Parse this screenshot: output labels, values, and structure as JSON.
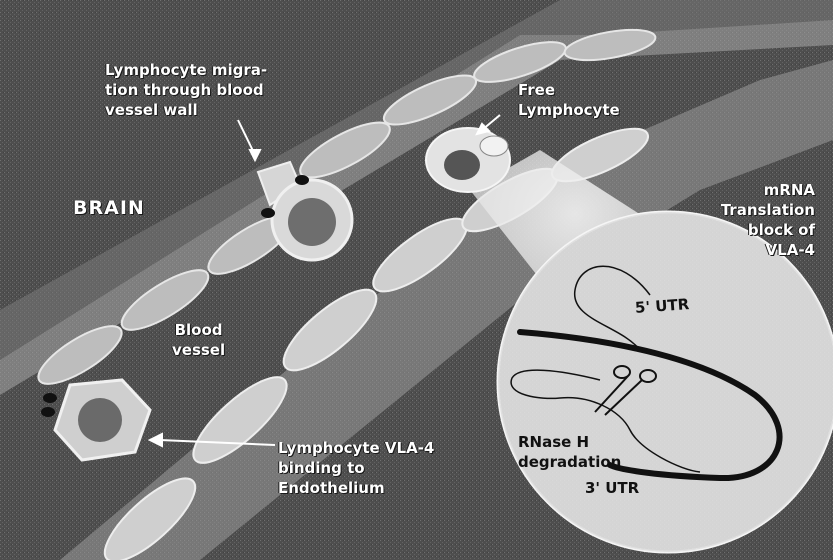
{
  "labels": {
    "brain": "BRAIN",
    "migration": [
      "Lymphocyte migra-",
      "tion through blood",
      "vessel wall"
    ],
    "free_lymphocyte": [
      "Free",
      "Lymphocyte"
    ],
    "mrna": [
      "mRNA",
      "Translation",
      "block of",
      "VLA-4"
    ],
    "blood_vessel": [
      "Blood",
      "vessel"
    ],
    "vla4_binding": [
      "Lymphocyte VLA-4",
      "binding to",
      "Endothelium"
    ],
    "utr5": "5' UTR",
    "rnase": [
      "RNase H",
      "degradation"
    ],
    "utr3": "3' UTR"
  },
  "colors": {
    "background": "#4a4a4a",
    "vessel_wall": "#b8b8b8",
    "cell_fill": "#d4d4d4",
    "magnifier": "#e6e6e6",
    "mrna_strand": "#111111"
  }
}
